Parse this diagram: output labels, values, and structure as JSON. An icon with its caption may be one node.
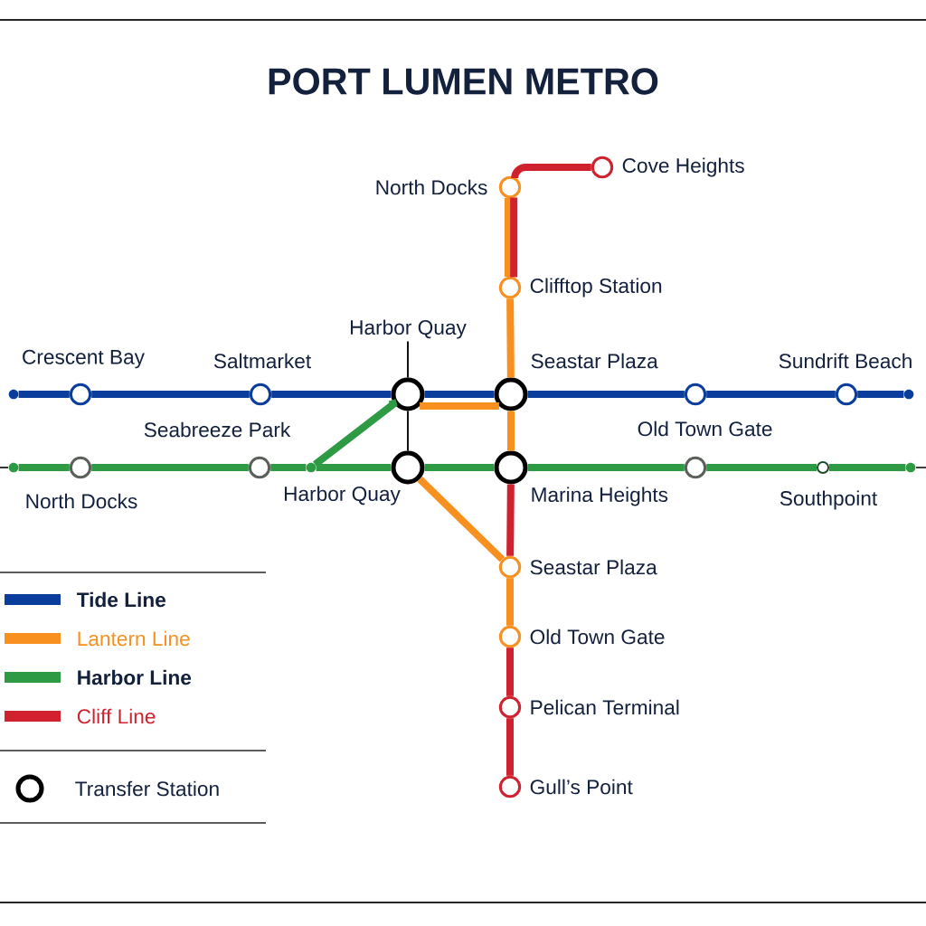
{
  "diagram": {
    "title": "PORT LUMEN METRO",
    "nodes": [
      {
        "text": [],
        "shape": "circle"
      },
      {
        "text": [],
        "shape": "circle",
        "beside": [
          "Crescent Bay"
        ]
      },
      {
        "text": [],
        "shape": "circle",
        "beside": [
          "Saltmarket"
        ]
      },
      {
        "text": [],
        "shape": "circle"
      },
      {
        "text": [
          "Harbor Quay"
        ]
      },
      {
        "text": [],
        "shape": "circle",
        "beside": [
          "Seastar Plaza"
        ]
      },
      {
        "text": [],
        "shape": "circle",
        "beside": [
          "Old Town Gate"
        ]
      },
      {
        "text": [],
        "shape": "circle",
        "beside": [
          "Sundrift Beach"
        ]
      },
      {
        "text": [],
        "shape": "circle"
      },
      {
        "text": [],
        "shape": "circle"
      },
      {
        "text": [],
        "shape": "circle",
        "beside": [
          "North Docks"
        ]
      },
      {
        "text": [],
        "shape": "circle",
        "beside": [
          "Seabreeze Park"
        ]
      },
      {
        "text": [],
        "shape": "circle"
      },
      {
        "text": [],
        "shape": "circle",
        "beside": [
          "Harbor Quay"
        ]
      },
      {
        "text": [],
        "shape": "circle",
        "beside": [
          "Marina Heights"
        ]
      },
      {
        "text": [],
        "shape": "circle"
      },
      {
        "text": [],
        "shape": "circle",
        "beside": [
          "Southpoint"
        ]
      },
      {
        "text": [],
        "shape": "circle"
      },
      {
        "text": [],
        "shape": "circle",
        "beside": [
          "North Docks"
        ]
      },
      {
        "text": [],
        "shape": "circle",
        "beside": [
          "Cove Heights"
        ]
      },
      {
        "text": [],
        "shape": "circle",
        "beside": [
          "Clifftop Station"
        ]
      },
      {
        "text": [],
        "shape": "circle",
        "beside": [
          "Seastar Plaza"
        ]
      },
      {
        "text": [],
        "shape": "circle",
        "beside": [
          "Old Town Gate"
        ]
      },
      {
        "text": [],
        "shape": "circle",
        "beside": [
          "Pelican Terminal"
        ]
      },
      {
        "text": [],
        "shape": "circle",
        "beside": [
          "Gull’s Point"
        ]
      }
    ],
    "edges": [
      {
        "from": 0,
        "to": 1,
        "arrow": "none",
        "color": "#0a3d9c"
      },
      {
        "from": 1,
        "to": 2,
        "arrow": "none",
        "color": "#0a3d9c"
      },
      {
        "from": 2,
        "to": 3,
        "arrow": "none",
        "color": "#0a3d9c"
      },
      {
        "from": 3,
        "to": 5,
        "arrow": "none",
        "color": "#0a3d9c"
      },
      {
        "from": 5,
        "to": 6,
        "arrow": "none",
        "color": "#0a3d9c"
      },
      {
        "from": 6,
        "to": 7,
        "arrow": "none",
        "color": "#0a3d9c"
      },
      {
        "from": 7,
        "to": 8,
        "arrow": "none",
        "color": "#0a3d9c"
      },
      {
        "from": 9,
        "to": 10,
        "arrow": "none",
        "color": "#2e9a44"
      },
      {
        "from": 10,
        "to": 11,
        "arrow": "none",
        "color": "#2e9a44"
      },
      {
        "from": 11,
        "to": 12,
        "arrow": "none",
        "color": "#2e9a44"
      },
      {
        "from": 12,
        "to": 13,
        "arrow": "none",
        "color": "#2e9a44"
      },
      {
        "from": 13,
        "to": 14,
        "arrow": "none",
        "color": "#2e9a44"
      },
      {
        "from": 14,
        "to": 15,
        "arrow": "none",
        "color": "#2e9a44"
      },
      {
        "from": 15,
        "to": 16,
        "arrow": "none",
        "color": "#2e9a44"
      },
      {
        "from": 16,
        "to": 17,
        "arrow": "none",
        "color": "#2e9a44"
      },
      {
        "from": 12,
        "to": 3,
        "arrow": "none",
        "color": "#2e9a44"
      },
      {
        "from": 3,
        "to": 13,
        "arrow": "none",
        "color": "#000000"
      },
      {
        "from": 4,
        "to": 3,
        "arrow": "none",
        "color": "#000000"
      },
      {
        "from": 18,
        "to": 20,
        "arrow": "none",
        "color": "#f7901e"
      },
      {
        "from": 20,
        "to": 5,
        "arrow": "none",
        "color": "#f7901e"
      },
      {
        "from": 3,
        "to": 5,
        "arrow": "none",
        "color": "#f7901e"
      },
      {
        "from": 5,
        "to": 14,
        "arrow": "none",
        "color": "#f7901e"
      },
      {
        "from": 13,
        "to": 21,
        "arrow": "none",
        "color": "#f7901e"
      },
      {
        "from": 21,
        "to": 22,
        "arrow": "none",
        "color": "#f7901e"
      },
      {
        "from": 19,
        "to": 18,
        "arrow": "none",
        "color": "#d0222e"
      },
      {
        "from": 18,
        "to": 20,
        "arrow": "none",
        "color": "#d0222e"
      },
      {
        "from": 14,
        "to": 21,
        "arrow": "none",
        "color": "#d0222e"
      },
      {
        "from": 22,
        "to": 23,
        "arrow": "none",
        "color": "#d0222e"
      },
      {
        "from": 23,
        "to": 24,
        "arrow": "none",
        "color": "#d0222e"
      }
    ],
    "legend": [
      {
        "text": "Tide Line",
        "color": "#0a3d9c"
      },
      {
        "text": "Lantern Line",
        "color": "#f7901e"
      },
      {
        "text": "Harbor Line",
        "color": "#2e9a44"
      },
      {
        "text": "Cliff Line",
        "color": "#d0222e"
      },
      {
        "text": "Transfer Station"
      }
    ]
  }
}
